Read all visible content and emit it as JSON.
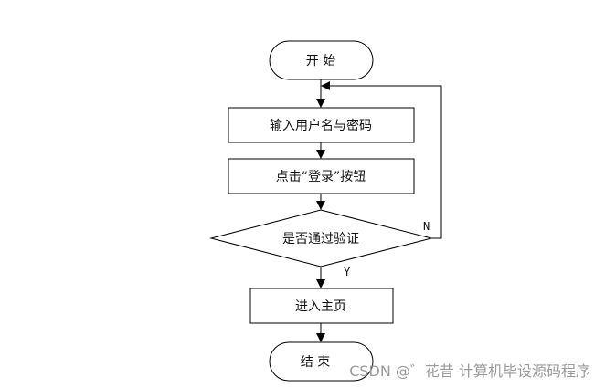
{
  "flowchart": {
    "nodes": {
      "start": "开 始",
      "input": "输入用户名与密码",
      "click": "点击“登录”按钮",
      "decision": "是否通过验证",
      "enter": "进入主页",
      "end": "结 束"
    },
    "edges": {
      "no_label": "N",
      "yes_label": "Y"
    }
  },
  "watermark": "CSDN @゛花昔  计算机毕设源码程序"
}
